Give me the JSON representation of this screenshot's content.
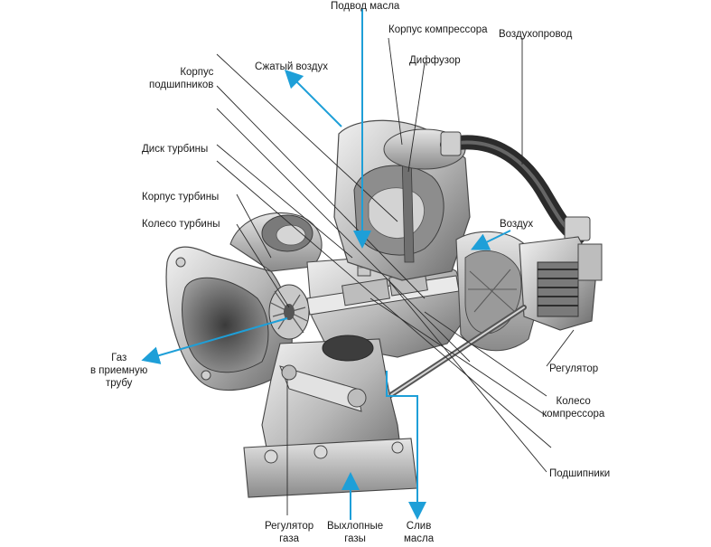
{
  "labels": {
    "oil_inlet": "Подвод масла",
    "compressor_housing": "Корпус компрессора",
    "air_duct": "Воздухопровод",
    "compressed_air": "Сжатый воздух",
    "diffuser": "Диффузор",
    "bearing_housing": "Корпус\nподшипников",
    "turbine_disc": "Диск турбины",
    "turbine_housing": "Корпус турбины",
    "turbine_wheel": "Колесо турбины",
    "air": "Воздух",
    "gas_to_pipe": "Газ\nв приемную\nтрубу",
    "regulator": "Регулятор",
    "compressor_wheel": "Колесо\nкомпрессора",
    "bearings": "Подшипники",
    "gas_regulator": "Регулятор\nгаза",
    "exhaust_gases": "Выхлопные\nгазы",
    "oil_drain": "Слив\nмасла"
  },
  "colors": {
    "arrow_blue": "#1e9fd8",
    "leader_line": "#2a2a2a",
    "metal_light": "#d9d9d9",
    "metal_mid": "#a8a8a8",
    "metal_dark": "#5e5e5e"
  }
}
